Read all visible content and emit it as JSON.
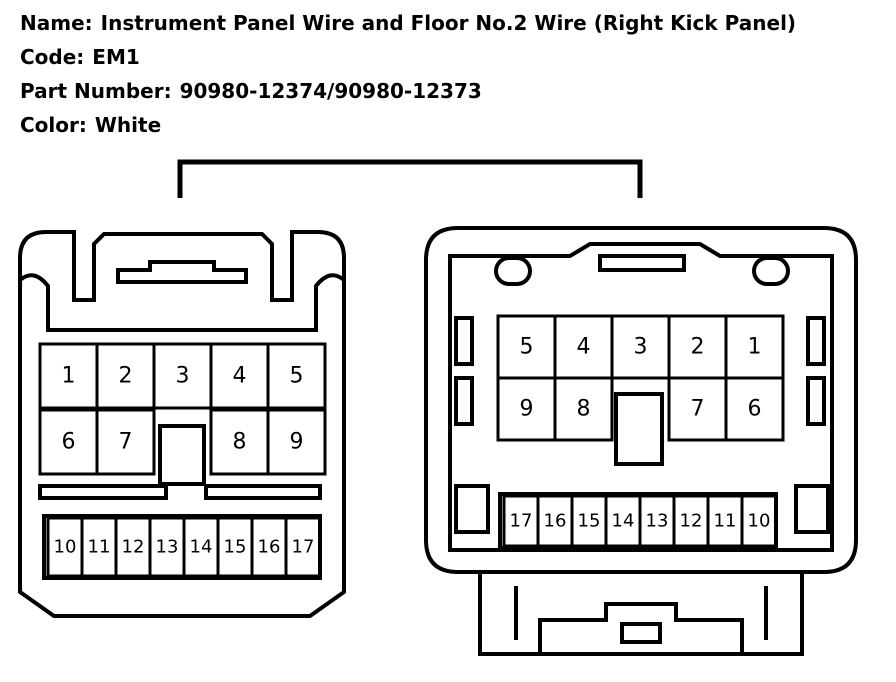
{
  "header": {
    "name_label": "Name:",
    "name_value": "Instrument Panel Wire and Floor No.2 Wire (Right Kick Panel)",
    "code_label": "Code:",
    "code_value": "EM1",
    "part_label": "Part Number:",
    "part_value": "90980-12374/90980-12373",
    "color_label": "Color:",
    "color_value": "White"
  },
  "left_connector": {
    "row1": [
      "1",
      "2",
      "3",
      "4",
      "5"
    ],
    "row2": [
      "6",
      "7",
      "8",
      "9"
    ],
    "row3": [
      "10",
      "11",
      "12",
      "13",
      "14",
      "15",
      "16",
      "17"
    ]
  },
  "right_connector": {
    "row1": [
      "5",
      "4",
      "3",
      "2",
      "1"
    ],
    "row2": [
      "9",
      "8",
      "7",
      "6"
    ],
    "row3": [
      "17",
      "16",
      "15",
      "14",
      "13",
      "12",
      "11",
      "10"
    ]
  }
}
